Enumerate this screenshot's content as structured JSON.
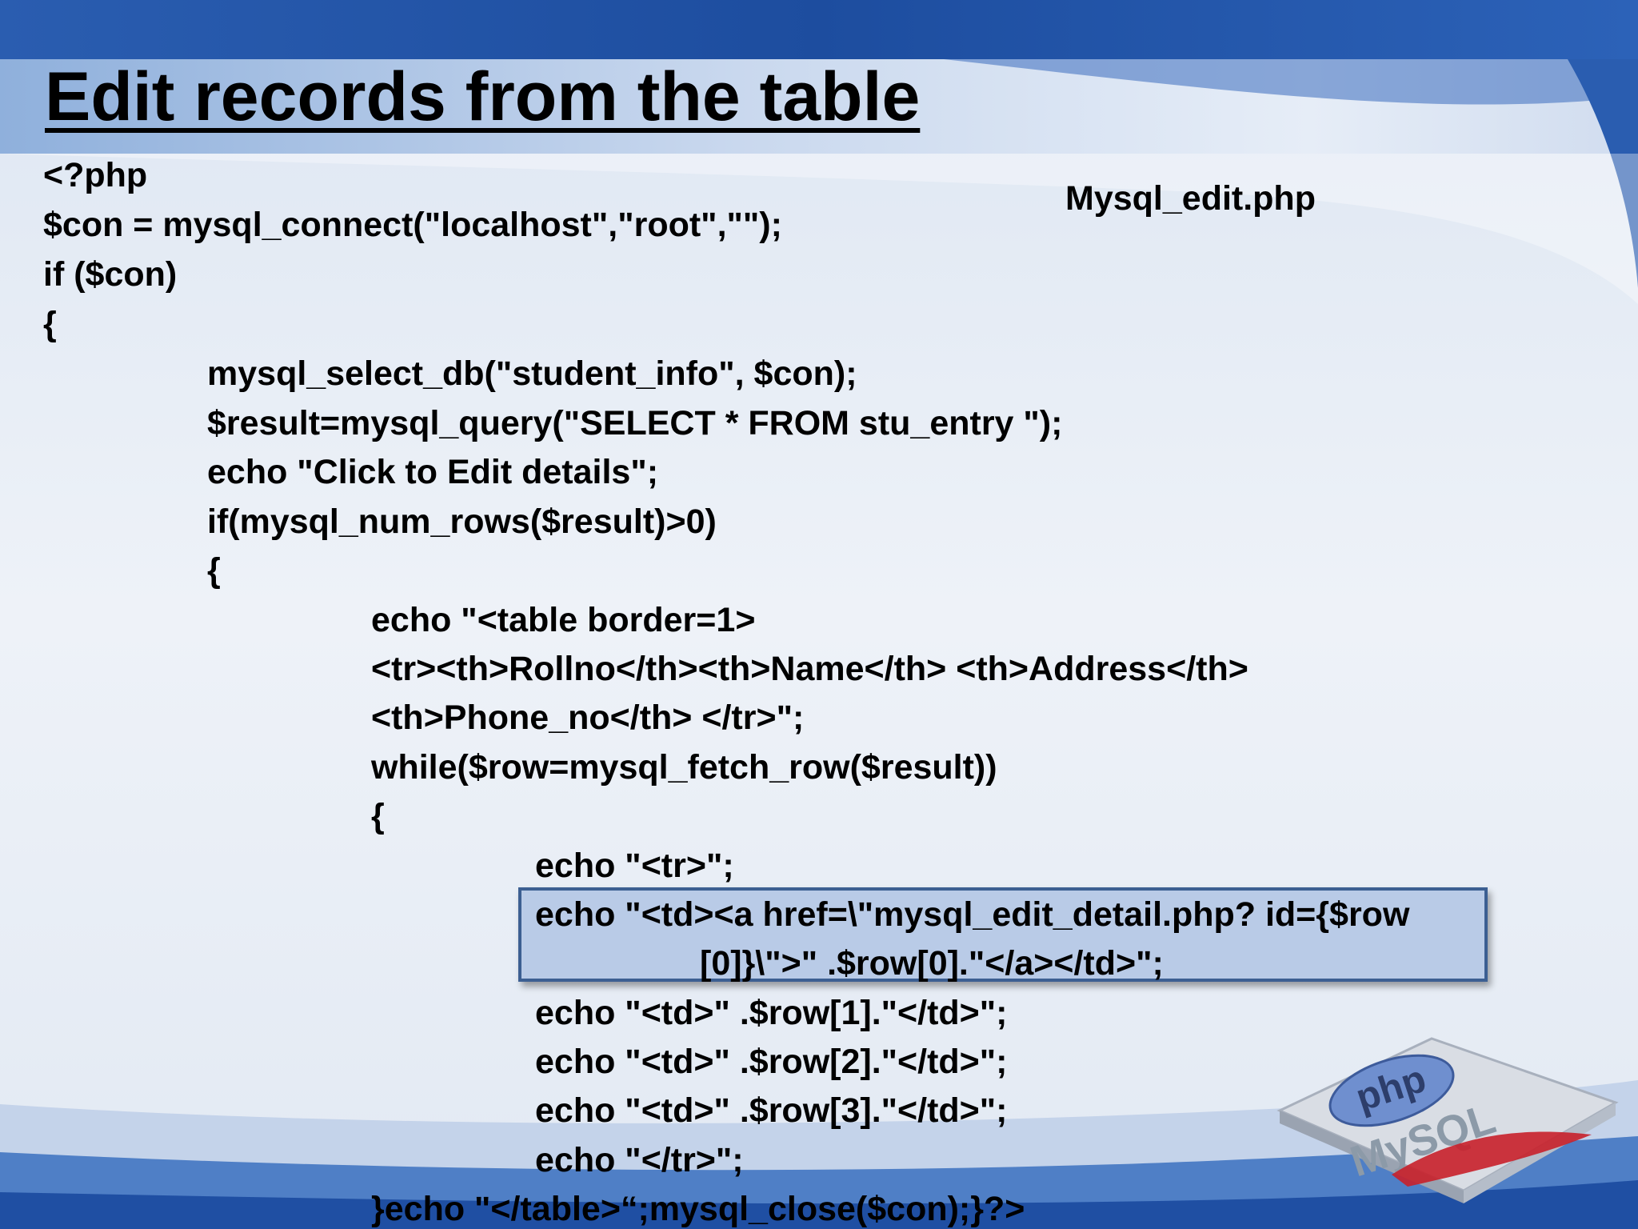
{
  "slide": {
    "title": "Edit records from the table",
    "filename": "Mysql_edit.php"
  },
  "code": [
    "<?php",
    "$con = mysql_connect(\"localhost\",\"root\",\"\");",
    "if ($con)",
    "{",
    "mysql_select_db(\"student_info\", $con);",
    "$result=mysql_query(\"SELECT * FROM stu_entry \");",
    "echo \"Click to Edit details\";",
    "if(mysql_num_rows($result)>0)",
    "{",
    "echo \"<table border=1>",
    "<tr><th>Rollno</th><th>Name</th> <th>Address</th>",
    "<th>Phone_no</th> </tr>\";",
    "while($row=mysql_fetch_row($result))",
    "{",
    "echo \"<tr>\";",
    "echo \"<td><a href=\\\"mysql_edit_detail.php? id={$row",
    "[0]}\\\">\" .$row[0].\"</a></td>\";",
    "echo \"<td>\" .$row[1].\"</td>\";",
    "echo \"<td>\" .$row[2].\"</td>\";",
    "echo \"<td>\" .$row[3].\"</td>\";",
    "echo \"</tr>\";",
    "}echo \"</table>“;mysql_close($con);}?>"
  ],
  "logo": {
    "text_top": "php",
    "text_bottom": "MySQL"
  },
  "colors": {
    "highlight_fill": "#b9cbe7",
    "highlight_border": "#3c5f92",
    "banner_blue": "#1f4fa3"
  }
}
